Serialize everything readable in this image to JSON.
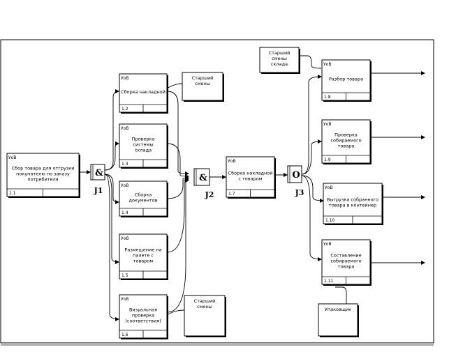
{
  "diagram": {
    "units": [
      {
        "id": "u-1",
        "prefix": "УоB",
        "lines": [
          "Сбор товара для отгрузки",
          "покупателю по заказу",
          "потребителя"
        ],
        "number": "1.1"
      },
      {
        "id": "u-2",
        "prefix": "УоB",
        "lines": [
          "Сборка накладной"
        ],
        "number": "1.2"
      },
      {
        "id": "u-3",
        "prefix": "УоB",
        "lines": [
          "Проверка",
          "системы",
          "склада"
        ],
        "number": "1.3"
      },
      {
        "id": "u-4",
        "prefix": "УоB",
        "lines": [
          "Сборка",
          "документов"
        ],
        "number": "1.4"
      },
      {
        "id": "u-5",
        "prefix": "УоB",
        "lines": [
          "Размещение на",
          "палете с",
          "товаром"
        ],
        "number": "1.5"
      },
      {
        "id": "u-6",
        "prefix": "УоB",
        "lines": [
          "Визуальная",
          "проверка",
          "(соответствия)"
        ],
        "number": "1.6"
      },
      {
        "id": "u-7",
        "prefix": "УоB",
        "lines": [
          "Сборка накладной",
          "с товаром"
        ],
        "number": "1.7"
      },
      {
        "id": "u-8",
        "prefix": "УоB",
        "lines": [
          "Разбор товара"
        ],
        "number": "1.8"
      },
      {
        "id": "u-9",
        "prefix": "УоB",
        "lines": [
          "Проверка",
          "собираемого",
          "товара"
        ],
        "number": "1.9"
      },
      {
        "id": "u-10",
        "prefix": "УоB",
        "lines": [
          "Выгрузка собранного",
          "товара в контейнер"
        ],
        "number": "1.10"
      },
      {
        "id": "u-11",
        "prefix": "УоB",
        "lines": [
          "Составление",
          "собираемого",
          "товара"
        ],
        "number": "1.11"
      }
    ],
    "references": [
      {
        "id": "r-1",
        "lines": [
          "Старший",
          "смены"
        ]
      },
      {
        "id": "r-2",
        "lines": [
          "Старший",
          "смены"
        ]
      },
      {
        "id": "r-3",
        "lines": [
          "Старший",
          "смены",
          "склада"
        ]
      },
      {
        "id": "r-4",
        "lines": [
          "Упаковщик"
        ]
      }
    ],
    "junctions": [
      {
        "id": "j-1",
        "symbol": "&",
        "label": "J1"
      },
      {
        "id": "j-2",
        "symbol": "&",
        "label": "J2"
      },
      {
        "id": "j-3",
        "symbol": "O",
        "label": "J3"
      }
    ]
  }
}
